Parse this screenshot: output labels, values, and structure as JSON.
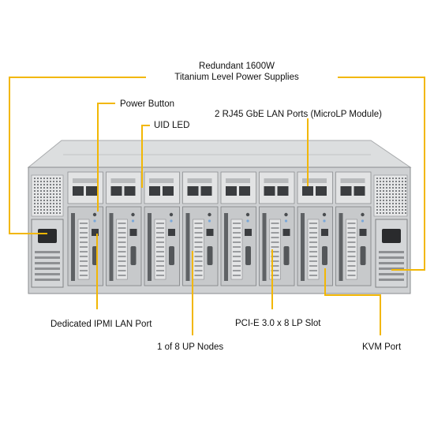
{
  "labels": {
    "power_supplies_line1": "Redundant  1600W",
    "power_supplies_line2": "Titanium  Level  Power Supplies",
    "power_button": "Power Button",
    "uid_led": "UID LED",
    "lan_ports": "2 RJ45 GbE LAN Ports (MicroLP Module)",
    "ipmi_port": "Dedicated IPMI  LAN Port",
    "pcie_slot": "PCI-E  3.0 x 8  LP Slot",
    "nodes": "1 of 8 UP Nodes",
    "kvm_port": "KVM Port"
  },
  "colors": {
    "callout_line": "#f2b705",
    "chassis": "#cfd1d3",
    "chassis_dark": "#6d7073",
    "text": "#111111"
  },
  "hardware": {
    "node_count": 8,
    "psu_count": 2
  }
}
